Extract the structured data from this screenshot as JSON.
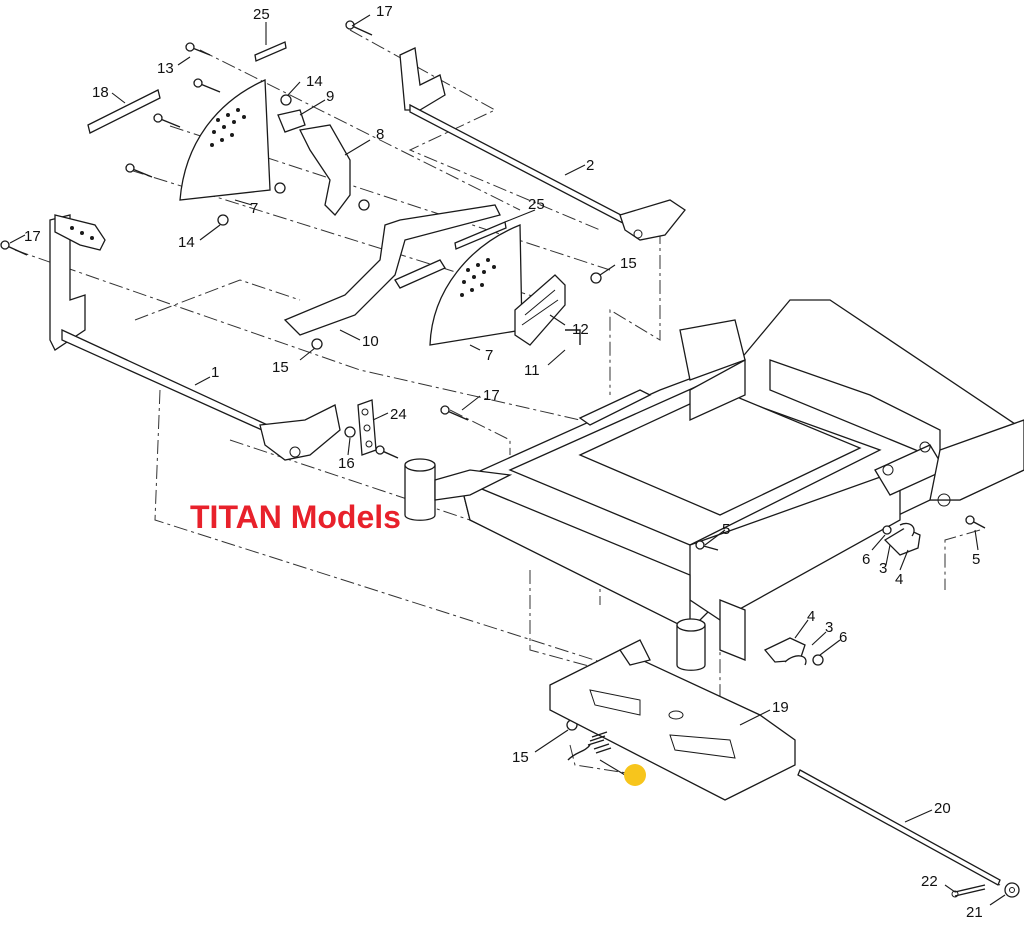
{
  "diagram": {
    "overlay_label": "TITAN Models",
    "overlay_color": "#e8212b",
    "marker_color": "#f7c51c",
    "callouts": {
      "c1": "1",
      "c2": "2",
      "c3a": "3",
      "c3b": "3",
      "c4a": "4",
      "c4b": "4",
      "c5a": "5",
      "c5b": "5",
      "c6a": "6",
      "c6b": "6",
      "c7a": "7",
      "c7b": "7",
      "c8": "8",
      "c9": "9",
      "c10": "10",
      "c11": "11",
      "c12": "12",
      "c13": "13",
      "c14a": "14",
      "c14b": "14",
      "c15a": "15",
      "c15b": "15",
      "c15c": "15",
      "c16": "16",
      "c17a": "17",
      "c17b": "17",
      "c17c": "17",
      "c18": "18",
      "c19": "19",
      "c20": "20",
      "c21": "21",
      "c22": "22",
      "c24": "24",
      "c25a": "25",
      "c25b": "25"
    }
  }
}
